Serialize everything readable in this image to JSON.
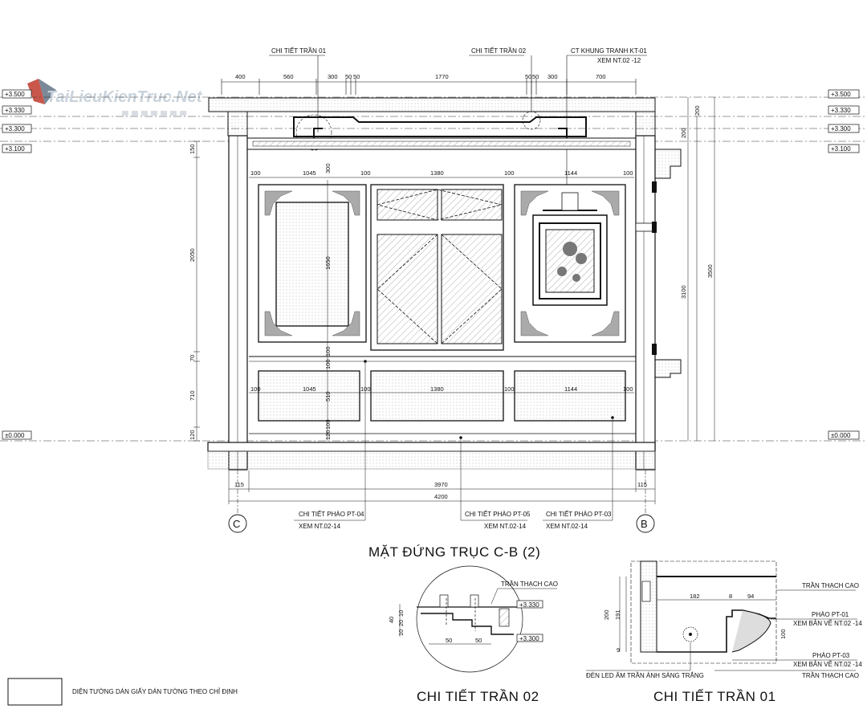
{
  "watermark": "TaiLieuKienTruc.Net",
  "main_title": "MẶT ĐỨNG TRỤC C-B (2)",
  "detail_titles": {
    "tran02": "CHI TIẾT TRẦN 02",
    "tran01": "CHI TIẾT TRẦN 01"
  },
  "legend": {
    "text": "DIỆN TƯỜNG DÁN GIẤY DÁN TƯỜNG THEO CHỈ ĐỊNH"
  },
  "axes": {
    "left": "C",
    "right": "B"
  },
  "callouts": {
    "top1": "CHI TIẾT TRẦN 01",
    "top2": "CHI TIẾT TRẦN 02",
    "top3a": "CT KHUNG TRANH KT-01",
    "top3b": "XEM NT.02 -12",
    "b1a": "CHI TIẾT PHÀO PT-04",
    "b1b": "XEM NT.02-14",
    "b2a": "CHI TIẾT PHÀO PT-05",
    "b2b": "XEM NT.02-14",
    "b3a": "CHI TIẾT PHÀO PT-03",
    "b3b": "XEM NT.02-14"
  },
  "levels_left": [
    "+3.500",
    "+3.330",
    "+3.300",
    "+3.100",
    "±0.000"
  ],
  "levels_right": [
    "+3.500",
    "+3.330",
    "+3.300",
    "+3.100",
    "±0.000"
  ],
  "top_dims": [
    "400",
    "560",
    "300",
    "50",
    "50",
    "1770",
    "50",
    "50",
    "300",
    "700"
  ],
  "panel_dims_top": [
    "100",
    "1045",
    "100",
    "1380",
    "100",
    "1144",
    "100"
  ],
  "panel_dims_bottom": [
    "100",
    "1045",
    "100",
    "1380",
    "100",
    "1144",
    "100"
  ],
  "vert_dims_left": [
    "150",
    "300",
    "2050",
    "70",
    "710",
    "120"
  ],
  "vert_dims_inner": [
    "1650",
    "100",
    "100",
    "510",
    "100",
    "120"
  ],
  "vert_dims_right": [
    "200",
    "200",
    "3100",
    "3500"
  ],
  "bottom_dims": [
    "115",
    "3970",
    "115",
    "4200"
  ],
  "d2": {
    "label": "TRẦN THẠCH CAO",
    "levels": [
      "+3.330",
      "+3.300"
    ],
    "vdims": [
      "40",
      "10",
      "20",
      "10"
    ],
    "hdims": [
      "50",
      "50"
    ]
  },
  "d1": {
    "labels": [
      "TRẦN THẠCH CAO",
      "PHÀO PT-01",
      "XEM BẢN VẼ NT.02 -14",
      "PHÀO PT-03",
      "XEM BẢN VẼ NT.02 -14",
      "TRẦN THẠCH CAO",
      "ĐÈN LED ÂM TRẦN ÁNH SÁNG TRẮNG"
    ],
    "dims": [
      "182",
      "8",
      "94",
      "200",
      "191",
      "100",
      "9"
    ]
  }
}
